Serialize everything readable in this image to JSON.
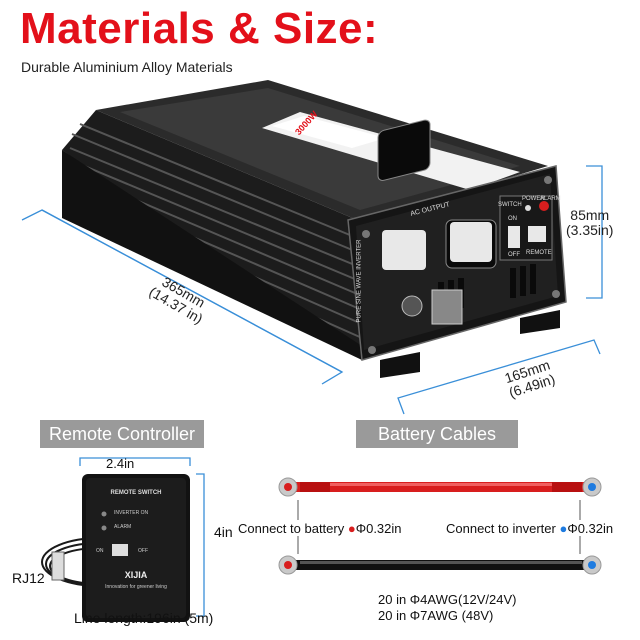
{
  "header": {
    "title": "Materials & Size:",
    "subtitle": "Durable Aluminium Alloy Materials"
  },
  "inverter": {
    "length_mm": "365mm",
    "length_in": "(14.37 in)",
    "width_mm": "165mm",
    "width_in": "(6.49in)",
    "height_mm": "85mm",
    "height_in": "(3.35in)",
    "panel_ac_output": "AC OUTPUT",
    "panel_switch": "SWITCH",
    "panel_power": "POWER",
    "panel_alarm": "ALARM",
    "panel_on": "ON",
    "panel_off": "OFF",
    "panel_remote": "REMOTE",
    "panel_side_text": "PURE SINE WAVE INVERTER",
    "top_label": "3000W"
  },
  "remote": {
    "section_label": "Remote Controller",
    "width": "2.4in",
    "height": "4in",
    "connector": "RJ12",
    "line_length": "Line length:196in (5m)",
    "device_title": "REMOTE SWITCH",
    "device_inverter_on": "INVERTER ON",
    "device_alarm": "ALARM",
    "device_on": "ON",
    "device_off": "OFF",
    "device_brand": "XIJIA",
    "device_tagline": "Innovation for greener living"
  },
  "cables": {
    "section_label": "Battery Cables",
    "connect_battery": "Connect to battery",
    "connect_inverter": "Connect to inverter",
    "battery_diameter": "Φ0.32in",
    "inverter_diameter": "Φ0.32in",
    "spec_1": "20 in Φ4AWG(12V/24V)",
    "spec_2": "20 in Φ7AWG (48V)",
    "colors": {
      "red": "#d81e1e",
      "blue": "#1e7be0",
      "black": "#111111"
    }
  }
}
